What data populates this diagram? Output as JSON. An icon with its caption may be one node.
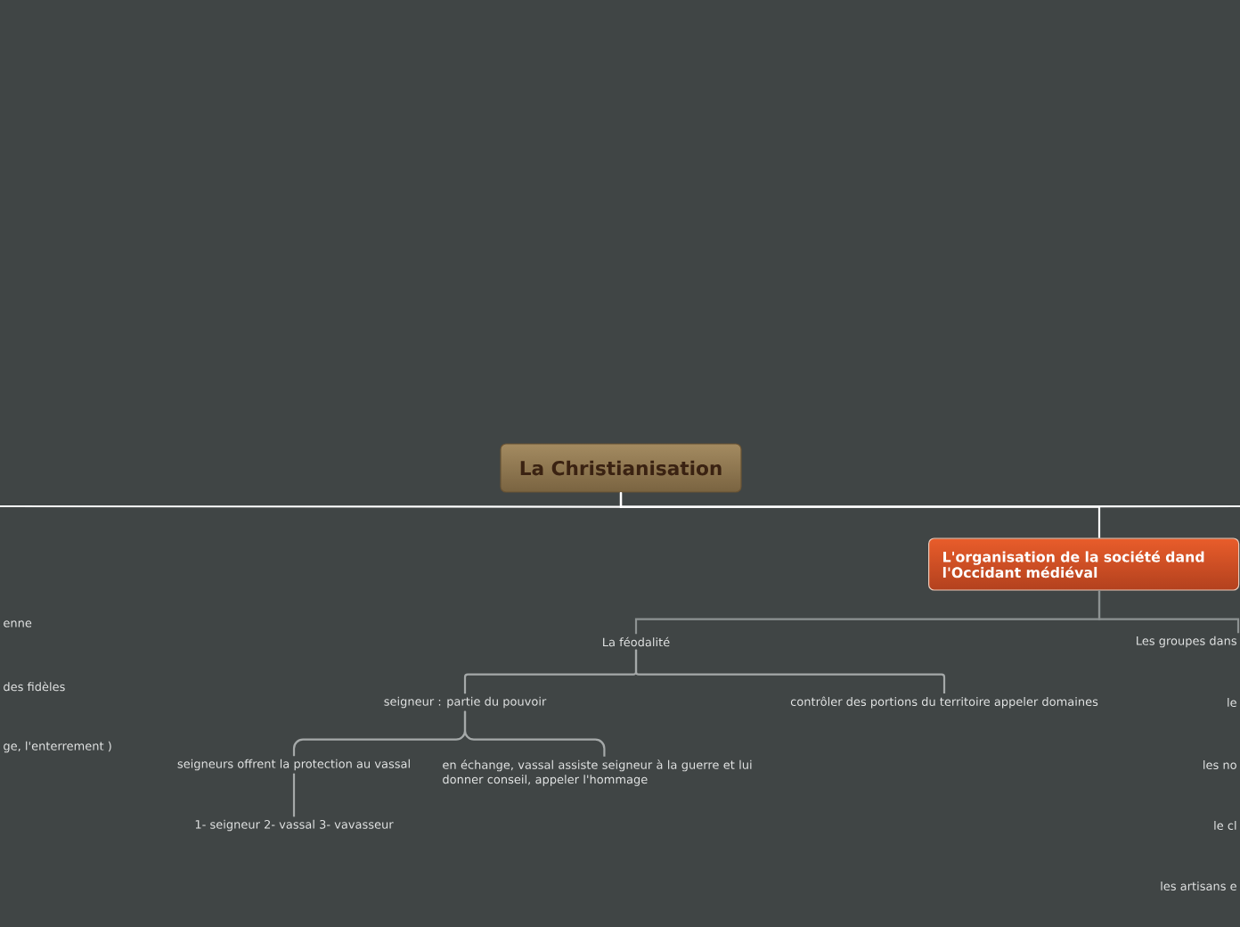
{
  "diagram": {
    "nodes": [
      {
        "text": [
          "La Christianisation"
        ]
      },
      {
        "text": [
          "L'organisation de la société dand l'Occidant médiéval"
        ]
      },
      {
        "text": [
          "La féodalité"
        ]
      },
      {
        "text": [
          "Les groupes dans"
        ]
      },
      {
        "text": [
          "seigneur : partie du pouvoir"
        ]
      },
      {
        "text": [
          "contrôler des portions du territoire appeler domaines"
        ]
      },
      {
        "text": [
          "seigneurs offrent la protection au vassal"
        ]
      },
      {
        "text": [
          "en échange, vassal assiste seigneur à la guerre et lui donner conseil, appeler l'hommage"
        ]
      },
      {
        "text": [
          "1- seigneur 2- vassal 3- vavasseur"
        ]
      },
      {
        "text": [
          "enne"
        ]
      },
      {
        "text": [
          "des fidèles"
        ]
      },
      {
        "text": [
          "ge, l'enterrement )"
        ]
      },
      {
        "text": [
          "le"
        ]
      },
      {
        "text": [
          "les no"
        ]
      },
      {
        "text": [
          "le cl"
        ]
      },
      {
        "text": [
          "les artisans e"
        ]
      }
    ],
    "edges": [
      {
        "from": 0,
        "to": 1,
        "arrow": "none",
        "color": "#ffffff"
      },
      {
        "from": 0,
        "to": null,
        "arrow": "none",
        "color": "#ffffff"
      },
      {
        "from": 0,
        "to": null,
        "arrow": "none",
        "color": "#ffffff"
      },
      {
        "from": 1,
        "to": 2,
        "arrow": "none",
        "color": "#8d9292"
      },
      {
        "from": 1,
        "to": 3,
        "arrow": "none",
        "color": "#8d9292"
      },
      {
        "from": 2,
        "to": 4,
        "arrow": "none"
      },
      {
        "from": 2,
        "to": 5,
        "arrow": "none"
      },
      {
        "from": 4,
        "to": 6,
        "arrow": "none"
      },
      {
        "from": 4,
        "to": 7,
        "arrow": "none"
      },
      {
        "from": 6,
        "to": 8,
        "arrow": "none"
      }
    ]
  }
}
